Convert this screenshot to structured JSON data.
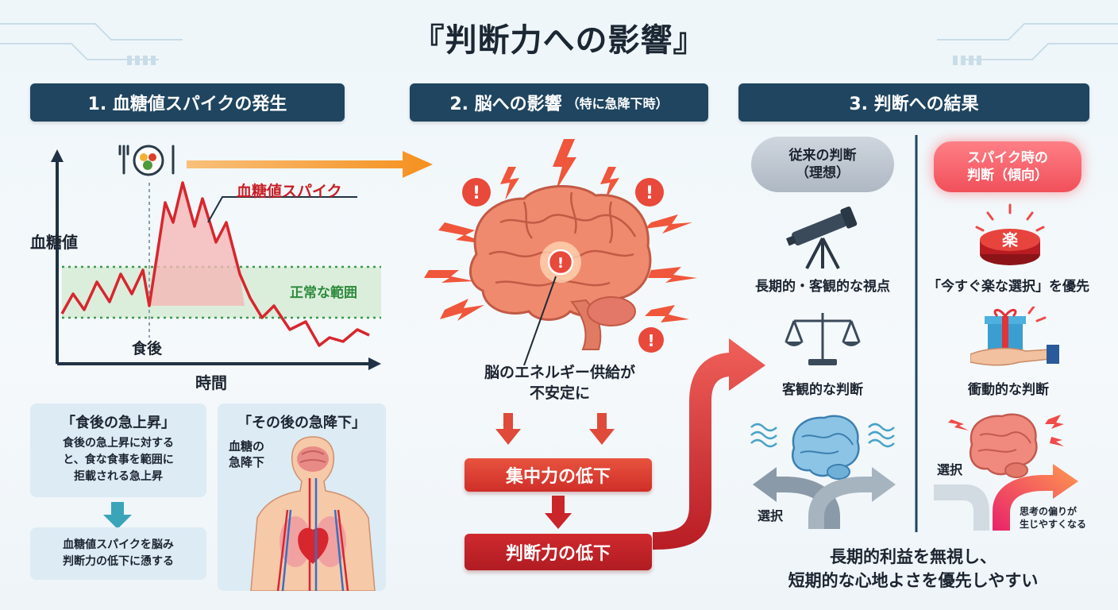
{
  "title": "『判断力への影響』",
  "sections": {
    "s1": {
      "label": "1. 血糖値スパイクの発生"
    },
    "s2": {
      "label": "2. 脳への影響",
      "sub": "（特に急降下時）"
    },
    "s3": {
      "label": "3. 判断への結果"
    }
  },
  "graph": {
    "ylabel": "血糖値",
    "xlabel": "時間",
    "meal_label": "食後",
    "spike_label": "血糖値スパイク",
    "normal_label": "正常な範囲"
  },
  "card_rise": {
    "title": "「食後の急上昇」",
    "line1": "食後の急上昇に対する",
    "line2": "と、食な食事を範囲に",
    "line3": "拒載される急上昇"
  },
  "card_result": {
    "line1": "血糖値スパイクを脳み",
    "line2": "判断力の低下に慂する"
  },
  "card_drop": {
    "title": "「その後の急降下」",
    "line1": "血糖の",
    "line2": "急降下"
  },
  "brain": {
    "caption1": "脳のエネルギー供給が",
    "caption2": "不安定に",
    "box1": "集中力の低下",
    "box2": "判断力の低下"
  },
  "ideal": {
    "cloud1": "従来の判断",
    "cloud2": "（理想）",
    "item1": "長期的・客観的な視点",
    "item2": "客観的な判断",
    "choice": "選択"
  },
  "spike": {
    "pill1": "スパイク時の",
    "pill2": "判断（傾向）",
    "button_text": "楽",
    "item1": "「今すぐ楽な選択」を優先",
    "item2": "衝動的な判断",
    "choice": "選択",
    "bias1": "思考の偏りが",
    "bias2": "生じやすくなる"
  },
  "conclusion": {
    "line1": "長期的利益を無視し、",
    "line2": "短期的な心地よさを優先しやすい"
  },
  "colors": {
    "header": "#1f4560",
    "accent_red": "#d8262e",
    "normal_green": "#3a9a48",
    "arrow_orange": "#f59a2c"
  }
}
